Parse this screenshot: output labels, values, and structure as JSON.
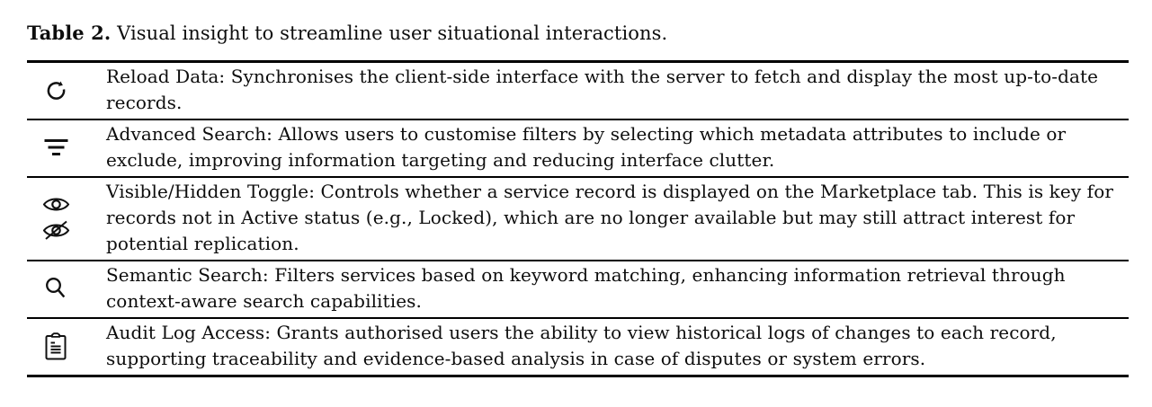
{
  "title": {
    "label": "Table 2.",
    "caption": "Visual insight to streamline user situational interactions."
  },
  "colors": {
    "background": "#ffffff",
    "text": "#0d0d0d",
    "rule": "#000000",
    "icon": "#111111"
  },
  "table": {
    "rows": [
      {
        "icons": [
          "reload-icon"
        ],
        "feature": "Reload Data",
        "text": "Reload Data: Synchronises the client-side interface with the server to fetch and display the most up-to-date records."
      },
      {
        "icons": [
          "filter-icon"
        ],
        "feature": "Advanced Search",
        "text": "Advanced Search: Allows users to customise filters by selecting which metadata attributes to include or exclude, improving information targeting and reducing interface clutter."
      },
      {
        "icons": [
          "eye-icon",
          "eye-off-icon"
        ],
        "feature": "Visible/Hidden Toggle",
        "text": "Visible/Hidden Toggle: Controls whether a service record is displayed on the Marketplace tab. This is key for records not in Active status (e.g., Locked), which are no longer available but may still attract interest for potential replication."
      },
      {
        "icons": [
          "search-icon"
        ],
        "feature": "Semantic Search",
        "text": "Semantic Search: Filters services based on keyword matching, enhancing information retrieval through context-aware search capabilities."
      },
      {
        "icons": [
          "clipboard-icon"
        ],
        "feature": "Audit Log Access",
        "text": "Audit Log Access: Grants authorised users the ability to view historical logs of changes to each record, supporting traceability and evidence-based analysis in case of disputes or system errors."
      }
    ]
  }
}
